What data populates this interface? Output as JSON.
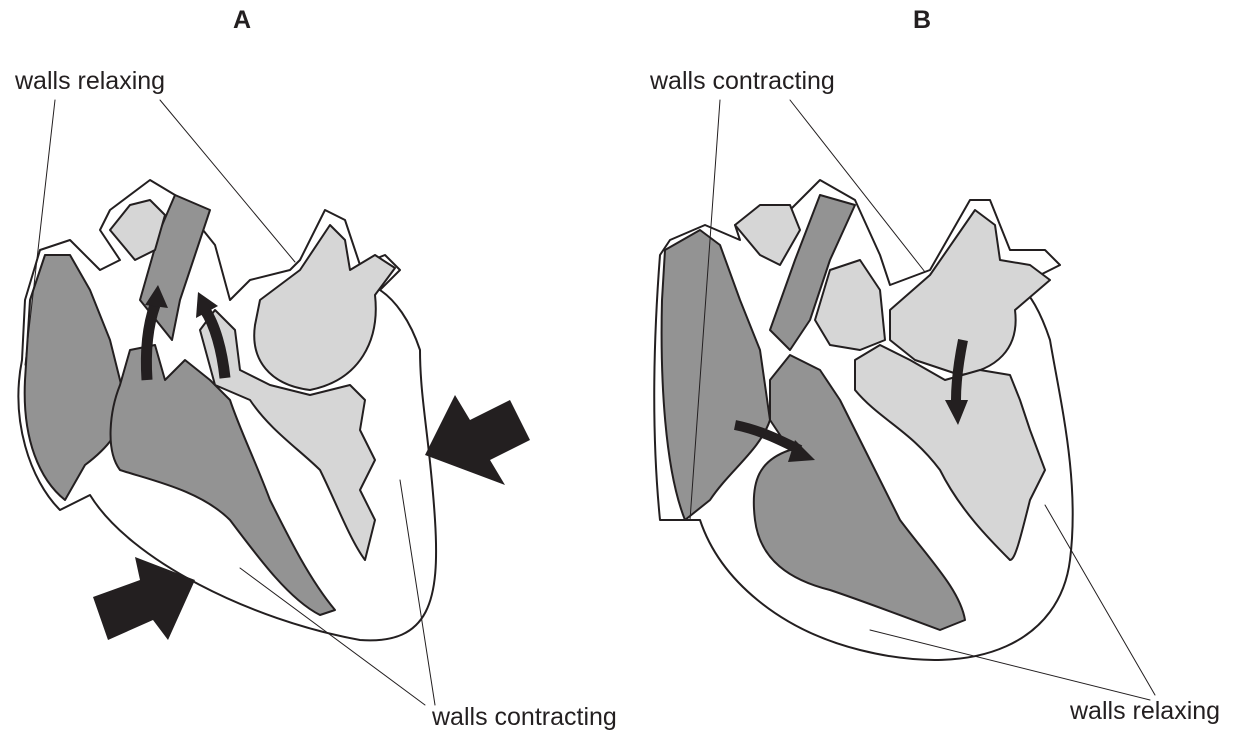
{
  "colors": {
    "outline": "#231f20",
    "dark_chamber": "#939393",
    "light_chamber": "#d6d6d6",
    "wall": "#ffffff",
    "arrow": "#231f20"
  },
  "panel_a": {
    "letter": "A",
    "top_label": "walls relaxing",
    "bottom_label": "walls contracting"
  },
  "panel_b": {
    "letter": "B",
    "top_label": "walls contracting",
    "bottom_label": "walls relaxing"
  }
}
